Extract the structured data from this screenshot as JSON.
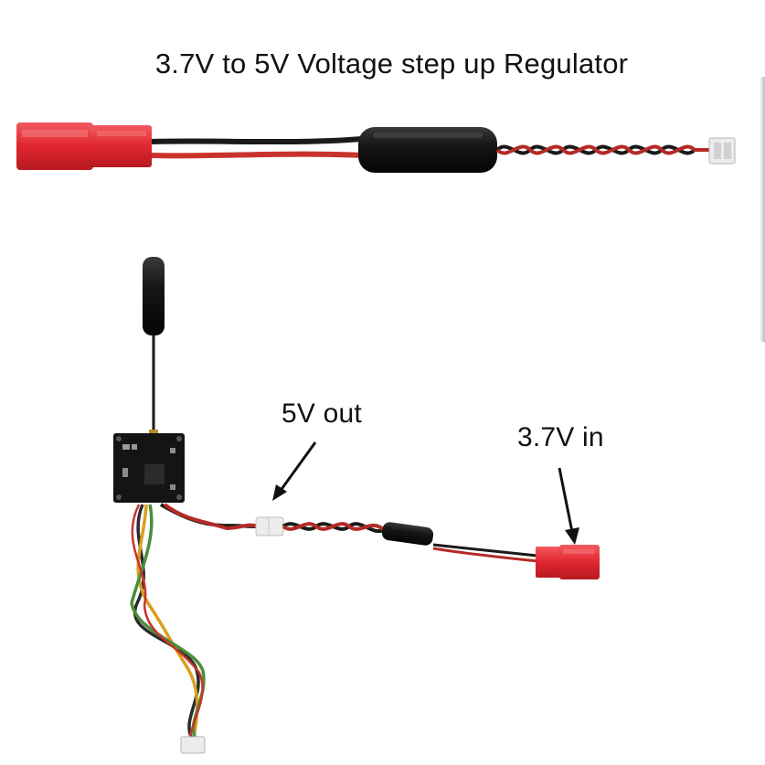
{
  "title": "3.7V to 5V Voltage step up Regulator",
  "labels": {
    "out": "5V out",
    "in": "3.7V in"
  },
  "colors": {
    "background": "#ffffff",
    "jst_red": "#e8323a",
    "heatshrink_black": "#161616",
    "wire_red": "#c0392b",
    "wire_black": "#1a1a1a",
    "pcb": "#141414",
    "connector_white": "#e9e9e9"
  }
}
